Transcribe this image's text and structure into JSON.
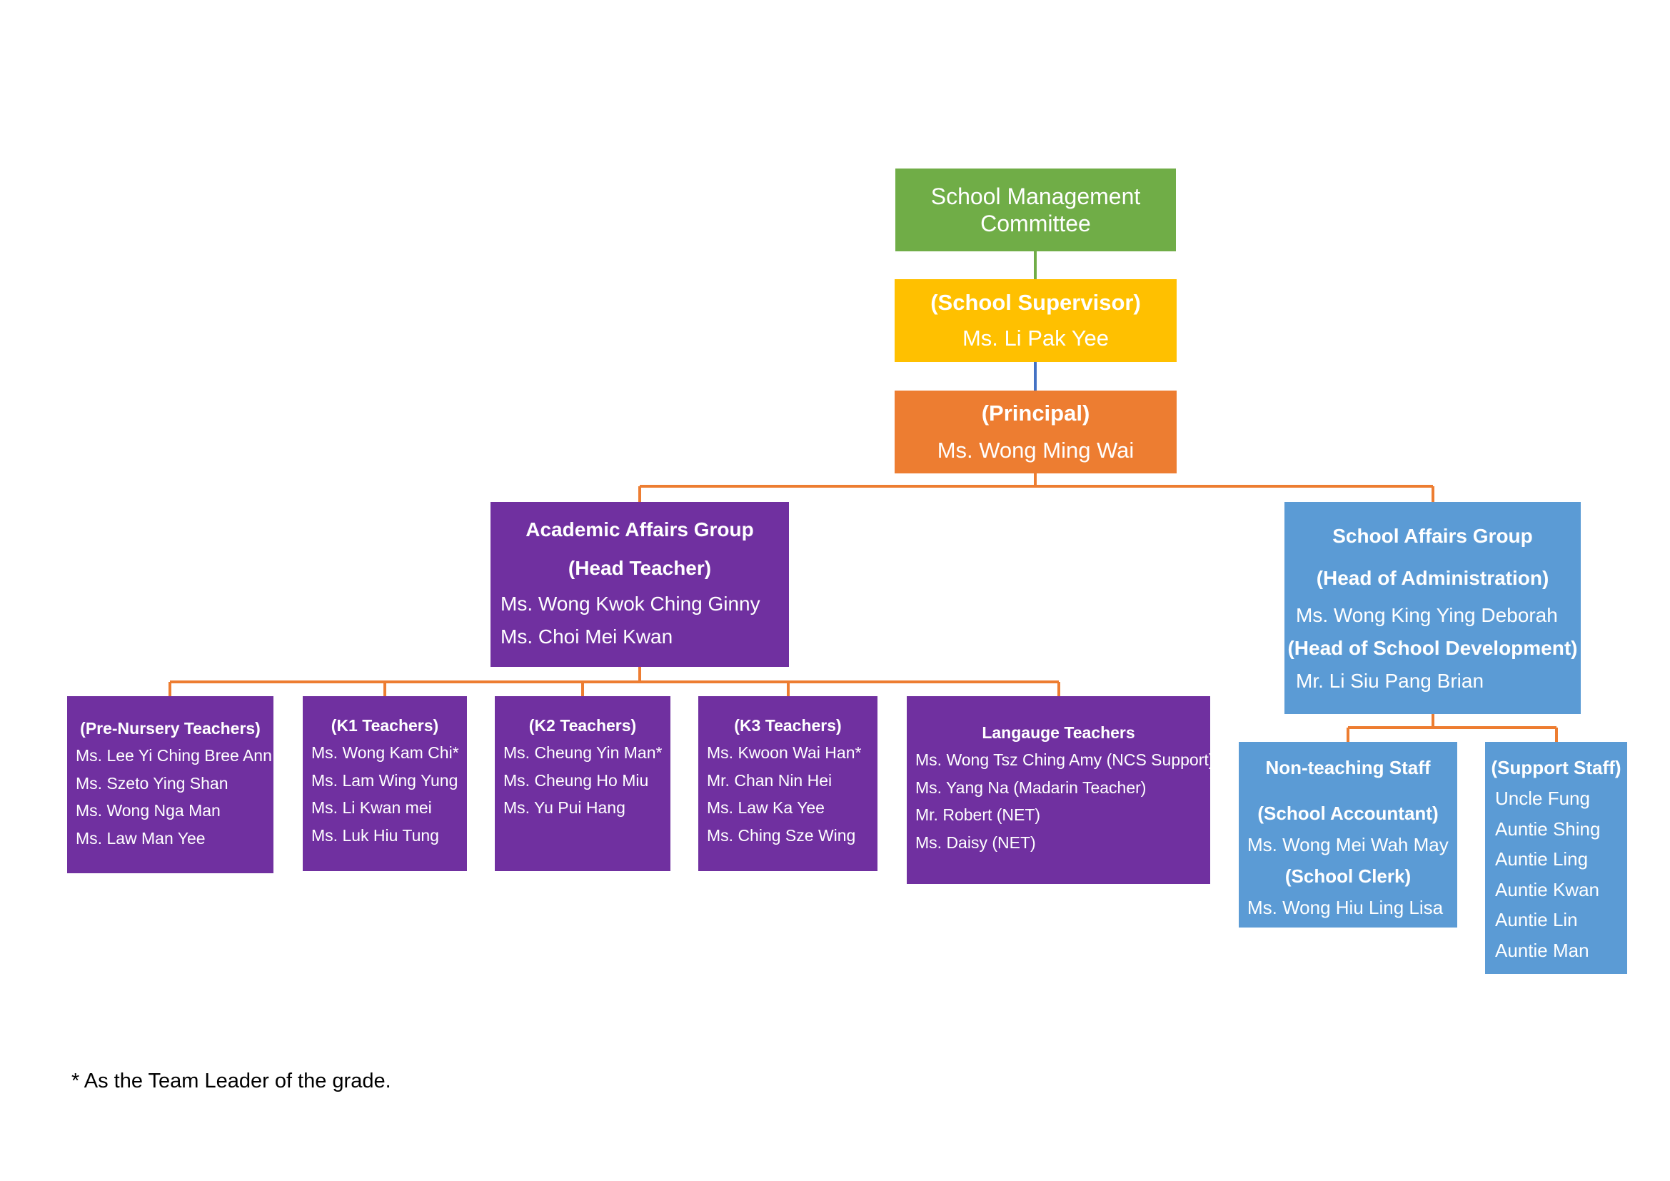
{
  "colors": {
    "committee": "#70ad47",
    "supervisor": "#ffc000",
    "principal": "#ed7d31",
    "academic": "#7030a0",
    "school_affairs": "#5b9bd5",
    "connector_orange": "#ed7d31",
    "connector_green": "#70ad47",
    "connector_blue": "#4472c4"
  },
  "committee": {
    "line1": "School Management",
    "line2": "Committee"
  },
  "supervisor": {
    "title": "(School Supervisor)",
    "name": "Ms. Li Pak Yee"
  },
  "principal": {
    "title": "(Principal)",
    "name": "Ms. Wong Ming Wai"
  },
  "academic_group": {
    "title": "Academic Affairs Group",
    "role": "(Head Teacher)",
    "names": [
      "Ms. Wong Kwok Ching Ginny",
      "Ms. Choi Mei Kwan"
    ]
  },
  "school_affairs_group": {
    "title": "School Affairs Group",
    "role1": "(Head of Administration)",
    "name1": "Ms. Wong King Ying Deborah",
    "role2": "(Head of School Development)",
    "name2": "Mr. Li Siu Pang Brian"
  },
  "pre_nursery": {
    "title": "(Pre-Nursery Teachers)",
    "names": [
      "Ms. Lee Yi Ching Bree Ann",
      "Ms. Szeto Ying Shan",
      "Ms. Wong Nga Man",
      "Ms. Law Man Yee"
    ]
  },
  "k1": {
    "title": "(K1 Teachers)",
    "names": [
      "Ms. Wong Kam Chi*",
      "Ms. Lam Wing Yung",
      "Ms. Li Kwan mei",
      "Ms. Luk Hiu Tung"
    ]
  },
  "k2": {
    "title": "(K2 Teachers)",
    "names": [
      "Ms. Cheung Yin Man*",
      "Ms. Cheung Ho Miu",
      "Ms. Yu Pui Hang"
    ]
  },
  "k3": {
    "title": "(K3 Teachers)",
    "names": [
      "Ms. Kwoon Wai Han*",
      "Mr. Chan Nin Hei",
      "Ms. Law Ka Yee",
      "Ms. Ching Sze Wing"
    ]
  },
  "language": {
    "title": "Langauge Teachers",
    "names": [
      "Ms. Wong Tsz Ching Amy (NCS Support)",
      "Ms. Yang Na (Madarin Teacher)",
      "Mr. Robert (NET)",
      "Ms. Daisy (NET)"
    ]
  },
  "non_teaching": {
    "title": "Non-teaching Staff",
    "role1": "(School Accountant)",
    "name1": "Ms. Wong Mei Wah May",
    "role2": "(School Clerk)",
    "name2": "Ms. Wong Hiu Ling Lisa"
  },
  "support_staff": {
    "title": "(Support Staff)",
    "names": [
      "Uncle Fung",
      "Auntie Shing",
      "Auntie Ling",
      "Auntie Kwan",
      "Auntie Lin",
      "Auntie Man"
    ]
  },
  "footnote": "* As the Team Leader of the grade."
}
